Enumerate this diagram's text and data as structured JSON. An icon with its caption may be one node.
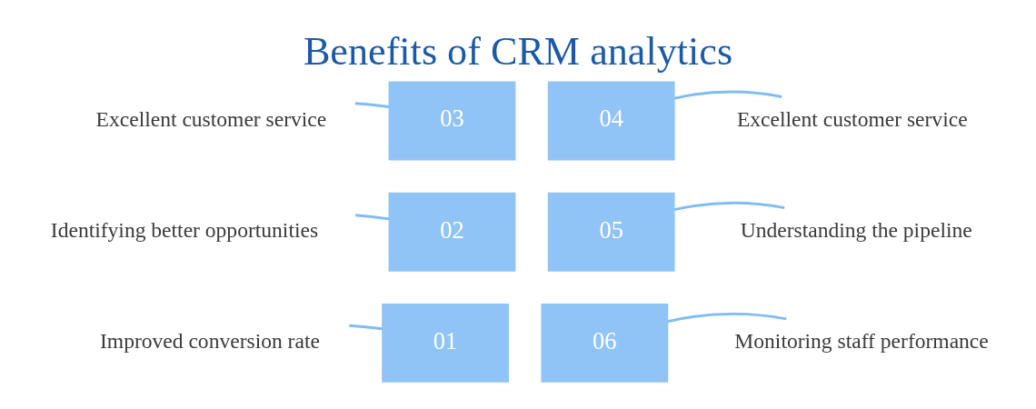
{
  "diagram": {
    "title": "Benefits of CRM analytics",
    "nodes": [
      {
        "text": [
          "01"
        ]
      },
      {
        "text": [
          "02"
        ]
      },
      {
        "text": [
          "03"
        ]
      },
      {
        "text": [
          "04"
        ]
      },
      {
        "text": [
          "05"
        ]
      },
      {
        "text": [
          "06"
        ]
      },
      {
        "text": [
          "Improved conversion rate"
        ]
      },
      {
        "text": [
          "Identifying better opportunities"
        ]
      },
      {
        "text": [
          "Excellent customer service"
        ]
      },
      {
        "text": [
          "Excellent customer service"
        ]
      },
      {
        "text": [
          "Understanding the pipeline"
        ]
      },
      {
        "text": [
          "Monitoring staff performance"
        ]
      }
    ],
    "edges": [
      {
        "from": 6,
        "to": 0,
        "arrow": "none"
      },
      {
        "from": 7,
        "to": 1,
        "arrow": "none"
      },
      {
        "from": 8,
        "to": 2,
        "arrow": "none"
      },
      {
        "from": 9,
        "to": 3,
        "arrow": "none"
      },
      {
        "from": 10,
        "to": 4,
        "arrow": "none"
      },
      {
        "from": 11,
        "to": 5,
        "arrow": "none"
      }
    ]
  }
}
